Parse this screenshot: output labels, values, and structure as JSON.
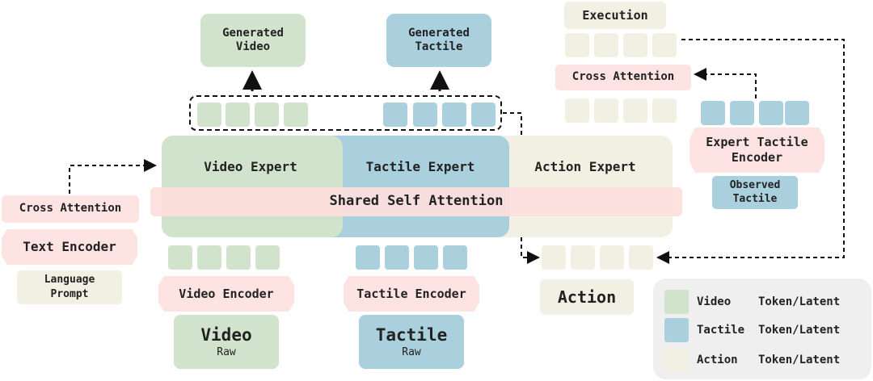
{
  "outputs": {
    "generated_video": "Generated\nVideo",
    "generated_tactile": "Generated\nTactile"
  },
  "experts": {
    "video": "Video Expert",
    "tactile": "Tactile Expert",
    "action": "Action Expert",
    "shared": "Shared Self Attention"
  },
  "left": {
    "cross_attention": "Cross Attention",
    "text_encoder": "Text Encoder",
    "language_prompt": "Language\nPrompt"
  },
  "encoders": {
    "video": "Video Encoder",
    "tactile": "Tactile Encoder"
  },
  "inputs": {
    "video_title": "Video",
    "video_sub": "Raw",
    "tactile_title": "Tactile",
    "tactile_sub": "Raw",
    "action": "Action"
  },
  "right": {
    "execution": "Execution",
    "cross_attention": "Cross Attention",
    "expert_tactile_encoder": "Expert Tactile\nEncoder",
    "observed_tactile": "Observed\nTactile"
  },
  "legend": [
    {
      "name": "Video",
      "desc": "Token/Latent",
      "color": "#d2e3cd"
    },
    {
      "name": "Tactile",
      "desc": "Token/Latent",
      "color": "#a9d0dc"
    },
    {
      "name": "Action",
      "desc": "Token/Latent",
      "color": "#f2efe3"
    }
  ],
  "colors": {
    "video": "#d2e3cd",
    "tactile": "#a9d0dc",
    "action": "#f2efe3",
    "attention": "#fde3e1",
    "legend_bg": "#efefef"
  }
}
